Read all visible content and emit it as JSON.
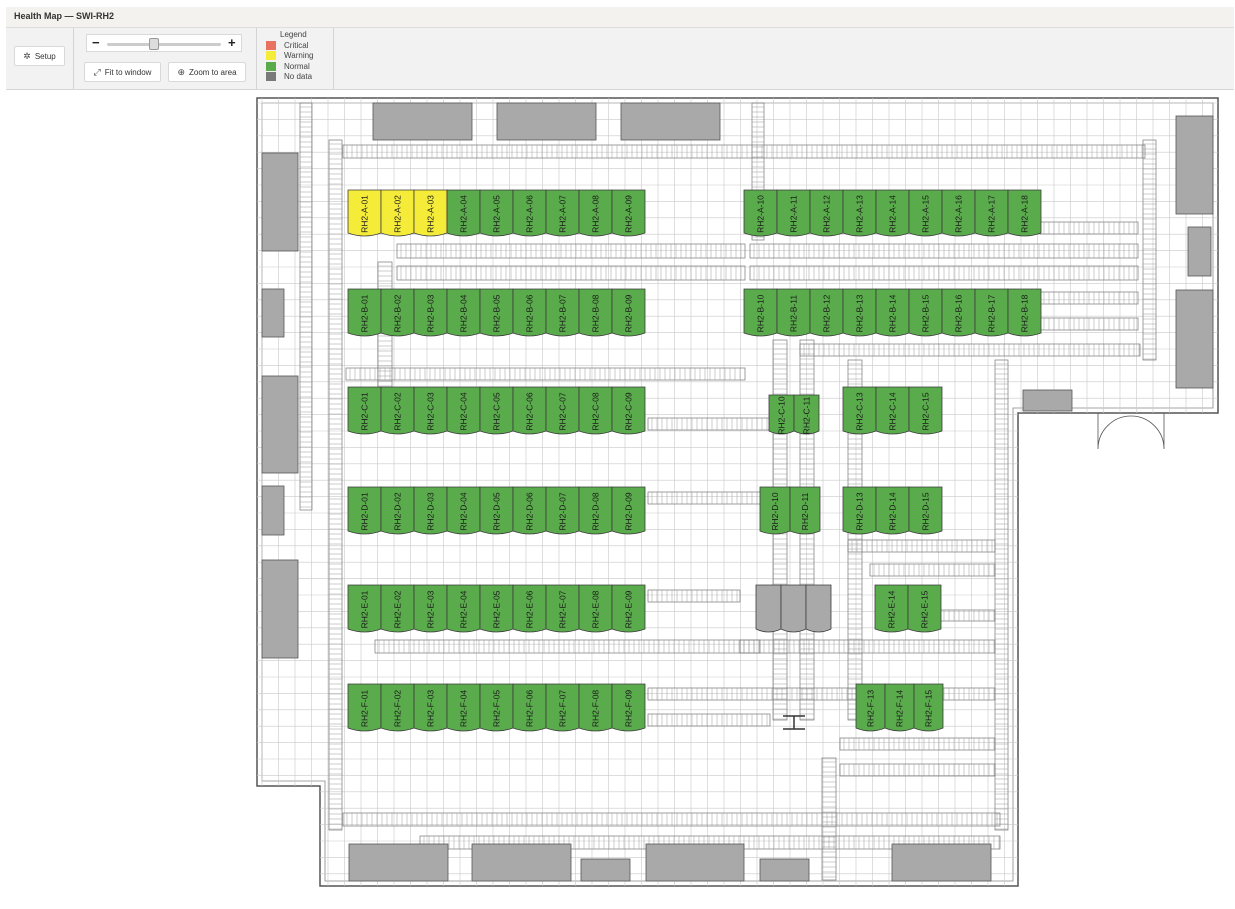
{
  "window": {
    "title": "Health Map — SWI-RH2"
  },
  "toolbar": {
    "setup_label": "Setup",
    "fit_label": "Fit to window",
    "zoom_area_label": "Zoom to area",
    "zoom_level": 0.4
  },
  "legend": {
    "title": "Legend",
    "items": [
      {
        "label": "Critical",
        "color": "#e8715f"
      },
      {
        "label": "Warning",
        "color": "#f5ec3a"
      },
      {
        "label": "Normal",
        "color": "#5aab4c"
      },
      {
        "label": "No data",
        "color": "#7a7a7a"
      }
    ]
  },
  "colors": {
    "warning": "#f5ec3a",
    "normal": "#5aab4c",
    "nodata": "#a9a9a9"
  },
  "racks": {
    "A_left": [
      [
        "RH2-A-01",
        "warning"
      ],
      [
        "RH2-A-02",
        "warning"
      ],
      [
        "RH2-A-03",
        "warning"
      ],
      [
        "RH2-A-04",
        "normal"
      ],
      [
        "RH2-A-05",
        "normal"
      ],
      [
        "RH2-A-06",
        "normal"
      ],
      [
        "RH2-A-07",
        "normal"
      ],
      [
        "RH2-A-08",
        "normal"
      ],
      [
        "RH2-A-09",
        "normal"
      ]
    ],
    "A_right": [
      [
        "RH2-A-10",
        "normal"
      ],
      [
        "RH2-A-11",
        "normal"
      ],
      [
        "RH2-A-12",
        "normal"
      ],
      [
        "RH2-A-13",
        "normal"
      ],
      [
        "RH2-A-14",
        "normal"
      ],
      [
        "RH2-A-15",
        "normal"
      ],
      [
        "RH2-A-16",
        "normal"
      ],
      [
        "RH2-A-17",
        "normal"
      ],
      [
        "RH2-A-18",
        "normal"
      ]
    ],
    "B_left": [
      [
        "RH2-B-01",
        "normal"
      ],
      [
        "RH2-B-02",
        "normal"
      ],
      [
        "RH2-B-03",
        "normal"
      ],
      [
        "RH2-B-04",
        "normal"
      ],
      [
        "RH2-B-05",
        "normal"
      ],
      [
        "RH2-B-06",
        "normal"
      ],
      [
        "RH2-B-07",
        "normal"
      ],
      [
        "RH2-B-08",
        "normal"
      ],
      [
        "RH2-B-09",
        "normal"
      ]
    ],
    "B_right": [
      [
        "RH2-B-10",
        "normal"
      ],
      [
        "RH2-B-11",
        "normal"
      ],
      [
        "RH2-B-12",
        "normal"
      ],
      [
        "RH2-B-13",
        "normal"
      ],
      [
        "RH2-B-14",
        "normal"
      ],
      [
        "RH2-B-15",
        "normal"
      ],
      [
        "RH2-B-16",
        "normal"
      ],
      [
        "RH2-B-17",
        "normal"
      ],
      [
        "RH2-B-18",
        "normal"
      ]
    ],
    "C_left": [
      [
        "RH2-C-01",
        "normal"
      ],
      [
        "RH2-C-02",
        "normal"
      ],
      [
        "RH2-C-03",
        "normal"
      ],
      [
        "RH2-C-04",
        "normal"
      ],
      [
        "RH2-C-05",
        "normal"
      ],
      [
        "RH2-C-06",
        "normal"
      ],
      [
        "RH2-C-07",
        "normal"
      ],
      [
        "RH2-C-08",
        "normal"
      ],
      [
        "RH2-C-09",
        "normal"
      ]
    ],
    "C_mid": [
      [
        "RH2-C-10",
        "normal"
      ],
      [
        "RH2-C-11",
        "normal"
      ]
    ],
    "C_right": [
      [
        "RH2-C-13",
        "normal"
      ],
      [
        "RH2-C-14",
        "normal"
      ],
      [
        "RH2-C-15",
        "normal"
      ]
    ],
    "D_left": [
      [
        "RH2-D-01",
        "normal"
      ],
      [
        "RH2-D-02",
        "normal"
      ],
      [
        "RH2-D-03",
        "normal"
      ],
      [
        "RH2-D-04",
        "normal"
      ],
      [
        "RH2-D-05",
        "normal"
      ],
      [
        "RH2-D-06",
        "normal"
      ],
      [
        "RH2-D-07",
        "normal"
      ],
      [
        "RH2-D-08",
        "normal"
      ],
      [
        "RH2-D-09",
        "normal"
      ]
    ],
    "D_mid": [
      [
        "RH2-D-10",
        "normal"
      ],
      [
        "RH2-D-11",
        "normal"
      ]
    ],
    "D_right": [
      [
        "RH2-D-13",
        "normal"
      ],
      [
        "RH2-D-14",
        "normal"
      ],
      [
        "RH2-D-15",
        "normal"
      ]
    ],
    "E_left": [
      [
        "RH2-E-01",
        "normal"
      ],
      [
        "RH2-E-02",
        "normal"
      ],
      [
        "RH2-E-03",
        "normal"
      ],
      [
        "RH2-E-04",
        "normal"
      ],
      [
        "RH2-E-05",
        "normal"
      ],
      [
        "RH2-E-06",
        "normal"
      ],
      [
        "RH2-E-07",
        "normal"
      ],
      [
        "RH2-E-08",
        "normal"
      ],
      [
        "RH2-E-09",
        "normal"
      ]
    ],
    "E_mid": [
      [
        "",
        "nodata"
      ],
      [
        "",
        "nodata"
      ],
      [
        "",
        "nodata"
      ]
    ],
    "E_right": [
      [
        "RH2-E-14",
        "normal"
      ],
      [
        "RH2-E-15",
        "normal"
      ]
    ],
    "F_left": [
      [
        "RH2-F-01",
        "normal"
      ],
      [
        "RH2-F-02",
        "normal"
      ],
      [
        "RH2-F-03",
        "normal"
      ],
      [
        "RH2-F-04",
        "normal"
      ],
      [
        "RH2-F-05",
        "normal"
      ],
      [
        "RH2-F-06",
        "normal"
      ],
      [
        "RH2-F-07",
        "normal"
      ],
      [
        "RH2-F-08",
        "normal"
      ],
      [
        "RH2-F-09",
        "normal"
      ]
    ],
    "F_right": [
      [
        "RH2-F-13",
        "normal"
      ],
      [
        "RH2-F-14",
        "normal"
      ],
      [
        "RH2-F-15",
        "normal"
      ]
    ]
  }
}
